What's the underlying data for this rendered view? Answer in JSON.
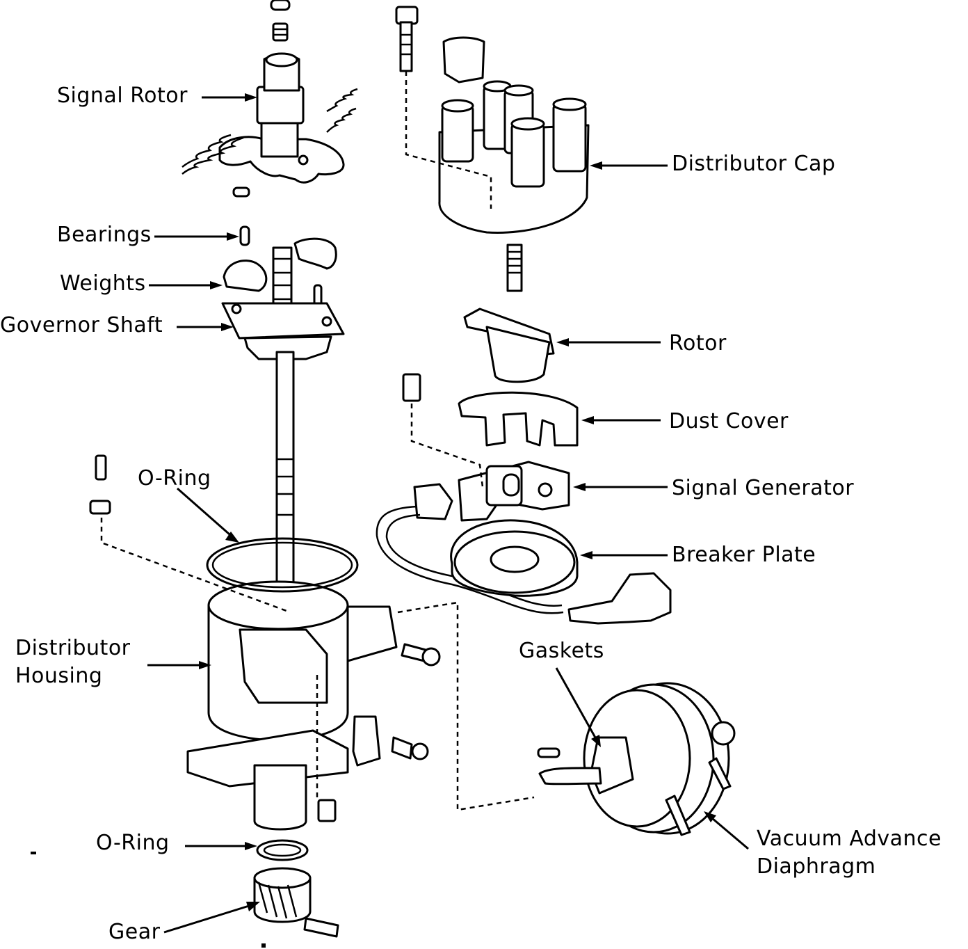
{
  "labels": {
    "signal_rotor": "Signal Rotor",
    "bearings": "Bearings",
    "weights": "Weights",
    "governor_shaft": "Governor Shaft",
    "o_ring_upper": "O-Ring",
    "distributor_housing_line1": "Distributor",
    "distributor_housing_line2": "Housing",
    "o_ring_lower": "O-Ring",
    "gear": "Gear",
    "distributor_cap": "Distributor Cap",
    "rotor": "Rotor",
    "dust_cover": "Dust Cover",
    "signal_generator": "Signal Generator",
    "breaker_plate": "Breaker Plate",
    "gaskets": "Gaskets",
    "vacuum_advance_line1": "Vacuum Advance",
    "vacuum_advance_line2": "Diaphragm"
  }
}
